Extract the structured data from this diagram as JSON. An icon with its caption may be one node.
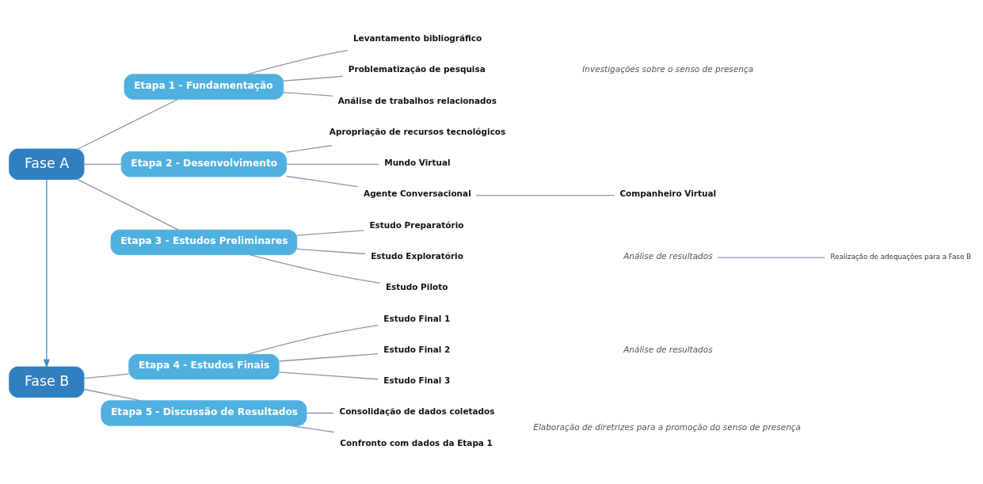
{
  "diagram": {
    "nodes": [
      {
        "text": [
          "Fase A"
        ]
      },
      {
        "text": [
          "Etapa 1 - Fundamentação"
        ]
      },
      {
        "text": [
          "Levantamento bibliográfico"
        ]
      },
      {
        "text": [
          "Problematização de pesquisa"
        ]
      },
      {
        "text": [
          "Análise de trabalhos relacionados"
        ]
      },
      {
        "text": [
          "Investigações sobre o senso de presença"
        ]
      },
      {
        "text": [
          "Etapa 2 - Desenvolvimento"
        ]
      },
      {
        "text": [
          "Apropriação de recursos tecnológicos"
        ]
      },
      {
        "text": [
          "Mundo Virtual"
        ]
      },
      {
        "text": [
          "Agente Conversacional"
        ]
      },
      {
        "text": [
          "Companheiro Virtual"
        ]
      },
      {
        "text": [
          "Etapa 3 - Estudos Preliminares"
        ]
      },
      {
        "text": [
          "Estudo Preparatório"
        ]
      },
      {
        "text": [
          "Estudo Exploratório"
        ]
      },
      {
        "text": [
          "Estudo Piloto"
        ]
      },
      {
        "text": [
          "Análise de resultados"
        ]
      },
      {
        "text": [
          "Realização de adequações para a Fase B"
        ]
      },
      {
        "text": [
          "Fase B"
        ]
      },
      {
        "text": [
          "Etapa 4 - Estudos Finais"
        ]
      },
      {
        "text": [
          "Estudo Final 1"
        ]
      },
      {
        "text": [
          "Estudo Final 2"
        ]
      },
      {
        "text": [
          "Estudo Final 3"
        ]
      },
      {
        "text": [
          "Análise de resultados"
        ]
      },
      {
        "text": [
          "Etapa 5 - Discussão de Resultados"
        ]
      },
      {
        "text": [
          "Consolidação de dados coletados"
        ]
      },
      {
        "text": [
          "Confronto com dados da Etapa 1"
        ]
      },
      {
        "text": [
          "Elaboração de diretrizes para a promoção do senso de presença"
        ]
      }
    ],
    "edges": [
      {
        "from": 0,
        "to": 1,
        "arrow": "none"
      },
      {
        "from": 0,
        "to": 6,
        "arrow": "none"
      },
      {
        "from": 0,
        "to": 11,
        "arrow": "none"
      },
      {
        "from": 1,
        "to": 2,
        "arrow": "none"
      },
      {
        "from": 1,
        "to": 3,
        "arrow": "none"
      },
      {
        "from": 1,
        "to": 4,
        "arrow": "none"
      },
      {
        "from": 6,
        "to": 7,
        "arrow": "none"
      },
      {
        "from": 6,
        "to": 8,
        "arrow": "none"
      },
      {
        "from": 6,
        "to": 9,
        "arrow": "none"
      },
      {
        "from": 9,
        "to": 10,
        "arrow": "none"
      },
      {
        "from": 11,
        "to": 12,
        "arrow": "none"
      },
      {
        "from": 11,
        "to": 13,
        "arrow": "none"
      },
      {
        "from": 11,
        "to": 14,
        "arrow": "none"
      },
      {
        "from": 15,
        "to": 16,
        "arrow": "none"
      },
      {
        "from": 0,
        "to": 17,
        "arrow": "to",
        "color": "#3a8fd0"
      },
      {
        "from": 17,
        "to": 18,
        "arrow": "none"
      },
      {
        "from": 17,
        "to": 23,
        "arrow": "none"
      },
      {
        "from": 18,
        "to": 19,
        "arrow": "none"
      },
      {
        "from": 18,
        "to": 20,
        "arrow": "none"
      },
      {
        "from": 18,
        "to": 21,
        "arrow": "none"
      },
      {
        "from": 23,
        "to": 24,
        "arrow": "none"
      },
      {
        "from": 23,
        "to": 25,
        "arrow": "none"
      }
    ]
  }
}
